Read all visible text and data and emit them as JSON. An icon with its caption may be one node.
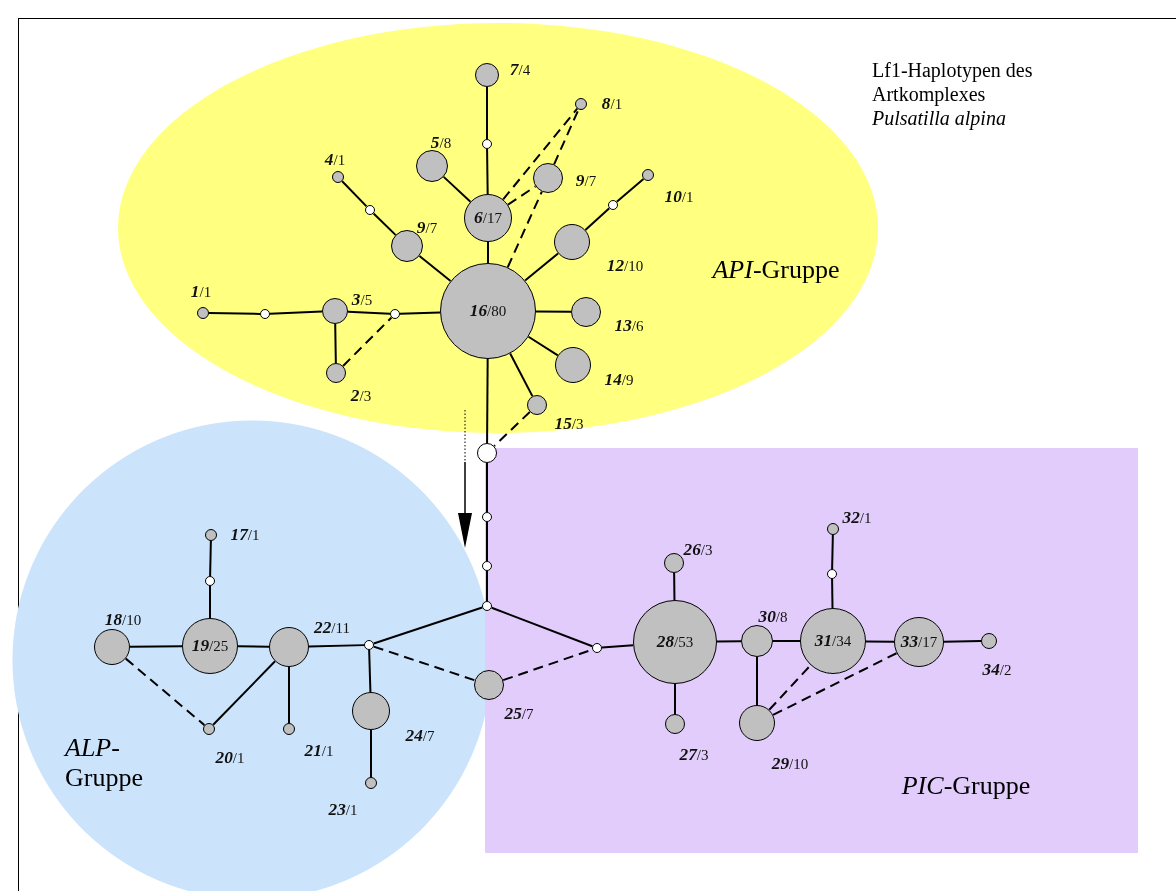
{
  "diagram": {
    "title": "Lf1-Haplotypen des Artkomplexes *Pulsatilla alpina*",
    "nodes": [
      {
        "text": [
          "*API*-Gruppe"
        ]
      },
      {
        "text": [],
        "shape": "circle",
        "in": 0,
        "beside": [
          "**7**/4"
        ]
      },
      {
        "text": [],
        "shape": "circle",
        "in": 0
      },
      {
        "text": [],
        "shape": "circle",
        "in": 0,
        "beside": [
          "**8**/1"
        ]
      },
      {
        "text": [],
        "shape": "circle",
        "in": 0,
        "beside": [
          "**5**/8"
        ]
      },
      {
        "text": [
          "**6**/17"
        ],
        "in": 0
      },
      {
        "text": [],
        "shape": "circle",
        "in": 0,
        "beside": [
          "**9**/7"
        ]
      },
      {
        "text": [],
        "shape": "circle",
        "in": 0,
        "beside": [
          "**4**/1"
        ]
      },
      {
        "text": [],
        "shape": "circle",
        "in": 0
      },
      {
        "text": [],
        "shape": "circle",
        "in": 0,
        "beside": [
          "**9**/7"
        ]
      },
      {
        "text": [],
        "shape": "circle",
        "in": 0,
        "beside": [
          "**10**/1"
        ]
      },
      {
        "text": [],
        "shape": "circle",
        "in": 0
      },
      {
        "text": [],
        "shape": "circle",
        "in": 0,
        "beside": [
          "**12**/10"
        ]
      },
      {
        "text": [],
        "shape": "circle",
        "in": 0,
        "beside": [
          "**1**/1"
        ]
      },
      {
        "text": [],
        "shape": "circle",
        "in": 0
      },
      {
        "text": [],
        "shape": "circle",
        "in": 0,
        "beside": [
          "**3**/5"
        ]
      },
      {
        "text": [],
        "shape": "circle",
        "in": 0
      },
      {
        "text": [
          "**16**/80"
        ],
        "in": 0
      },
      {
        "text": [],
        "shape": "circle",
        "in": 0,
        "beside": [
          "**13**/6"
        ]
      },
      {
        "text": [],
        "shape": "circle",
        "in": 0,
        "beside": [
          "**2**/3"
        ]
      },
      {
        "text": [],
        "shape": "circle",
        "in": 0,
        "beside": [
          "**14**/9"
        ]
      },
      {
        "text": [],
        "shape": "circle",
        "in": 0,
        "beside": [
          "**15**/3"
        ]
      },
      {
        "text": [],
        "shape": "circle"
      },
      {
        "text": [],
        "shape": "circle"
      },
      {
        "text": [],
        "shape": "circle"
      },
      {
        "text": [
          "*ALP*- Gruppe"
        ]
      },
      {
        "text": [],
        "shape": "circle",
        "in": 25,
        "beside": [
          "**17**/1"
        ]
      },
      {
        "text": [],
        "shape": "circle",
        "in": 25
      },
      {
        "text": [],
        "shape": "circle",
        "in": 25,
        "beside": [
          "**18**/10"
        ]
      },
      {
        "text": [
          "**19**/25"
        ],
        "in": 25
      },
      {
        "text": [],
        "shape": "circle",
        "in": 25,
        "beside": [
          "**22**/11"
        ]
      },
      {
        "text": [],
        "shape": "circle",
        "in": 25
      },
      {
        "text": [],
        "shape": "circle",
        "in": 25,
        "beside": [
          "**20**/1"
        ]
      },
      {
        "text": [],
        "shape": "circle",
        "in": 25,
        "beside": [
          "**21**/1"
        ]
      },
      {
        "text": [],
        "shape": "circle",
        "in": 25,
        "beside": [
          "**24**/7"
        ]
      },
      {
        "text": [],
        "shape": "circle",
        "in": 25,
        "beside": [
          "**23**/1"
        ]
      },
      {
        "text": [],
        "shape": "circle"
      },
      {
        "text": [],
        "shape": "circle",
        "beside": [
          "**25**/7"
        ]
      },
      {
        "text": [
          "*PIC*-Gruppe"
        ]
      },
      {
        "text": [],
        "shape": "circle",
        "in": 38
      },
      {
        "text": [],
        "shape": "circle",
        "in": 38,
        "beside": [
          "**26**/3"
        ]
      },
      {
        "text": [
          "**28**/53"
        ],
        "in": 38
      },
      {
        "text": [],
        "shape": "circle",
        "in": 38,
        "beside": [
          "**27**/3"
        ]
      },
      {
        "text": [],
        "shape": "circle",
        "in": 38,
        "beside": [
          "**30**/8"
        ]
      },
      {
        "text": [],
        "shape": "circle",
        "in": 38,
        "beside": [
          "**29**/10"
        ]
      },
      {
        "text": [],
        "shape": "circle",
        "in": 38,
        "beside": [
          "**32**/1"
        ]
      },
      {
        "text": [],
        "shape": "circle",
        "in": 38
      },
      {
        "text": [
          "**31**/34"
        ],
        "in": 38
      },
      {
        "text": [
          "**33**/17"
        ],
        "in": 38
      },
      {
        "text": [],
        "shape": "circle",
        "in": 38,
        "beside": [
          "**34**/2"
        ]
      }
    ],
    "edges": [
      {
        "from": 1,
        "to": 2,
        "arrow": "none"
      },
      {
        "from": 2,
        "to": 5,
        "arrow": "none"
      },
      {
        "from": 5,
        "to": 17,
        "arrow": "none"
      },
      {
        "from": 4,
        "to": 5,
        "arrow": "none"
      },
      {
        "from": 5,
        "to": 3,
        "arrow": "none",
        "style": "dashed"
      },
      {
        "from": 6,
        "to": 3,
        "arrow": "none",
        "style": "dashed"
      },
      {
        "from": 5,
        "to": 6,
        "arrow": "none",
        "style": "dashed"
      },
      {
        "from": 17,
        "to": 6,
        "arrow": "none",
        "style": "dashed"
      },
      {
        "from": 7,
        "to": 8,
        "arrow": "none"
      },
      {
        "from": 8,
        "to": 9,
        "arrow": "none"
      },
      {
        "from": 9,
        "to": 17,
        "arrow": "none"
      },
      {
        "from": 10,
        "to": 11,
        "arrow": "none"
      },
      {
        "from": 11,
        "to": 12,
        "arrow": "none"
      },
      {
        "from": 12,
        "to": 17,
        "arrow": "none"
      },
      {
        "from": 13,
        "to": 14,
        "arrow": "none"
      },
      {
        "from": 14,
        "to": 15,
        "arrow": "none"
      },
      {
        "from": 15,
        "to": 16,
        "arrow": "none"
      },
      {
        "from": 16,
        "to": 17,
        "arrow": "none"
      },
      {
        "from": 15,
        "to": 19,
        "arrow": "none"
      },
      {
        "from": 19,
        "to": 16,
        "arrow": "none",
        "style": "dashed"
      },
      {
        "from": 17,
        "to": 18,
        "arrow": "none"
      },
      {
        "from": 17,
        "to": 20,
        "arrow": "none"
      },
      {
        "from": 17,
        "to": 21,
        "arrow": "none"
      },
      {
        "from": 17,
        "to": 22,
        "arrow": "none"
      },
      {
        "from": 21,
        "to": 22,
        "arrow": "none",
        "style": "dashed"
      },
      {
        "from": 22,
        "to": 23,
        "arrow": "none"
      },
      {
        "from": 23,
        "to": 24,
        "arrow": "none"
      },
      {
        "from": 24,
        "to": 36,
        "arrow": "none"
      },
      {
        "from": 36,
        "to": 31,
        "arrow": "none"
      },
      {
        "from": 36,
        "to": 39,
        "arrow": "none"
      },
      {
        "from": 31,
        "to": 30,
        "arrow": "none"
      },
      {
        "from": 31,
        "to": 34,
        "arrow": "none"
      },
      {
        "from": 34,
        "to": 35,
        "arrow": "none"
      },
      {
        "from": 31,
        "to": 37,
        "arrow": "none",
        "style": "dashed"
      },
      {
        "from": 37,
        "to": 39,
        "arrow": "none",
        "style": "dashed"
      },
      {
        "from": 30,
        "to": 29,
        "arrow": "none"
      },
      {
        "from": 29,
        "to": 28,
        "arrow": "none"
      },
      {
        "from": 29,
        "to": 27,
        "arrow": "none"
      },
      {
        "from": 27,
        "to": 26,
        "arrow": "none"
      },
      {
        "from": 30,
        "to": 33,
        "arrow": "none"
      },
      {
        "from": 30,
        "to": 32,
        "arrow": "none"
      },
      {
        "from": 28,
        "to": 32,
        "arrow": "none",
        "style": "dashed"
      },
      {
        "from": 39,
        "to": 41,
        "arrow": "none"
      },
      {
        "from": 41,
        "to": 40,
        "arrow": "none"
      },
      {
        "from": 41,
        "to": 42,
        "arrow": "none"
      },
      {
        "from": 41,
        "to": 43,
        "arrow": "none"
      },
      {
        "from": 43,
        "to": 47,
        "arrow": "none"
      },
      {
        "from": 43,
        "to": 44,
        "arrow": "none"
      },
      {
        "from": 47,
        "to": 48,
        "arrow": "none"
      },
      {
        "from": 48,
        "to": 49,
        "arrow": "none"
      },
      {
        "from": 47,
        "to": 46,
        "arrow": "none"
      },
      {
        "from": 46,
        "to": 45,
        "arrow": "none"
      },
      {
        "from": 44,
        "to": 47,
        "arrow": "none",
        "style": "dashed"
      },
      {
        "from": 44,
        "to": 48,
        "arrow": "none",
        "style": "dashed"
      }
    ]
  }
}
